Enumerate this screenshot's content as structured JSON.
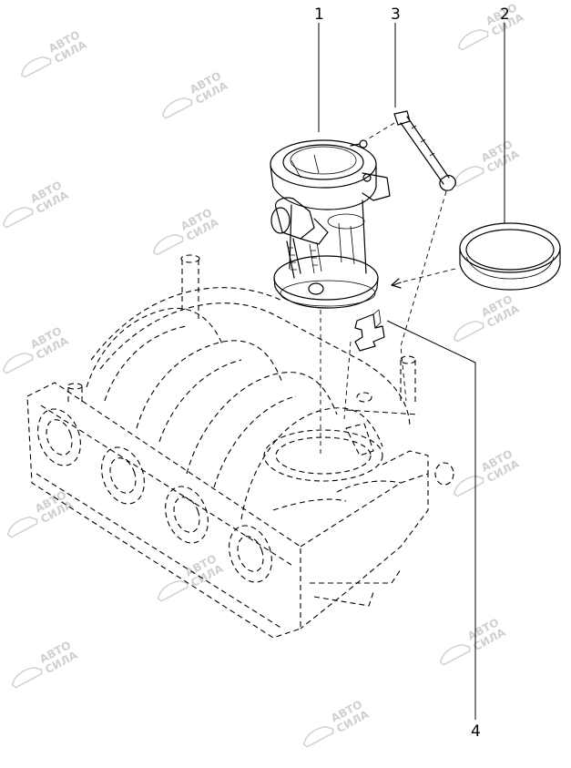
{
  "diagram": {
    "callouts": [
      {
        "id": "callout-1",
        "label": "1"
      },
      {
        "id": "callout-2",
        "label": "2"
      },
      {
        "id": "callout-3",
        "label": "3"
      },
      {
        "id": "callout-4",
        "label": "4"
      }
    ],
    "parts": [
      {
        "id": "throttle-body",
        "callout": "1"
      },
      {
        "id": "gasket-ring",
        "callout": "2"
      },
      {
        "id": "cable-bracket-rod",
        "callout": "3"
      },
      {
        "id": "retaining-clip",
        "callout": "4"
      },
      {
        "id": "intake-manifold",
        "callout": ""
      }
    ],
    "watermark": {
      "line1": "АВТО",
      "line2": "СИЛА",
      "color": "#d0d0d0"
    }
  }
}
